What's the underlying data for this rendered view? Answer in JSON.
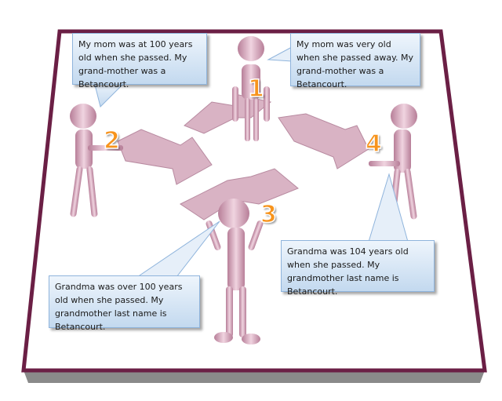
{
  "callouts": [
    {
      "id": "1",
      "text": "My mom was at 100 years old when she passed. My grand-mother was a Betancourt."
    },
    {
      "id": "2",
      "text": "My mom was very old when she passed away. My grand-mother was a Betancourt."
    },
    {
      "id": "3",
      "text": "Grandma was over 100 years old when she passed. My grandmother last name is Betancourt."
    },
    {
      "id": "4",
      "text": "Grandma was 104 years old when she passed. My grandmother last name is Betancourt."
    }
  ],
  "numbers": [
    "1",
    "2",
    "3",
    "4"
  ],
  "colors": {
    "border": "#6b1f45",
    "figure": "#d9a8bd",
    "number": "#f7941d",
    "callout": "#c3d9ef"
  }
}
